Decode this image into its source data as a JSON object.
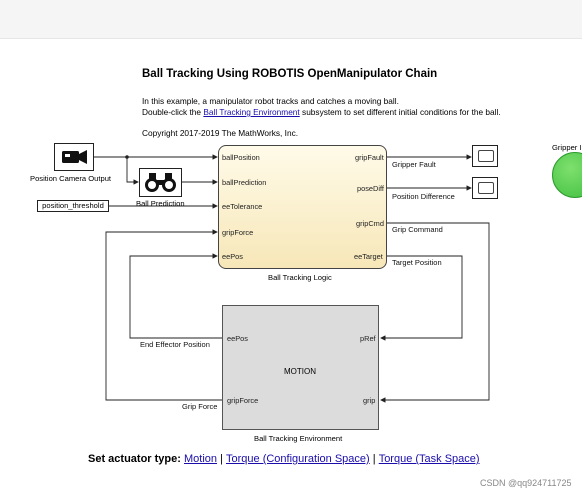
{
  "header": {
    "title": "Ball Tracking Using ROBOTIS OpenManipulator Chain",
    "desc_line1": "In this example, a manipulator robot tracks and catches a moving ball.",
    "desc_line2_pre": "Double-click the ",
    "desc_line2_link": "Ball Tracking Environment",
    "desc_line2_post": " subsystem to set different initial conditions for the ball.",
    "copyright": "Copyright 2017-2019 The MathWorks, Inc."
  },
  "blocks": {
    "camera_label": "Position Camera Output",
    "prediction_label": "Ball Prediction",
    "threshold": "position_threshold",
    "logic": {
      "name": "Ball Tracking Logic",
      "inputs": [
        "ballPosition",
        "ballPrediction",
        "eeTolerance",
        "gripForce",
        "eePos"
      ],
      "outputs": [
        "gripFault",
        "poseDiff",
        "gripCmd",
        "eeTarget"
      ]
    },
    "env": {
      "name": "Ball Tracking Environment",
      "inputs": [
        "eePos",
        "gripForce"
      ],
      "outputs": [
        "pRef",
        "grip"
      ],
      "motion_text": "MOTION"
    },
    "lamp_label": "Gripper I"
  },
  "signals": {
    "gripper_fault": "Gripper Fault",
    "position_difference": "Position Difference",
    "grip_command": "Grip Command",
    "target_position": "Target Position",
    "end_effector_position": "End Effector Position",
    "grip_force": "Grip Force"
  },
  "footer": {
    "prefix": "Set actuator type:",
    "links": [
      "Motion",
      "Torque (Configuration Space)",
      "Torque (Task Space)"
    ],
    "separator": "|"
  },
  "watermark": "CSDN @qq924711725"
}
